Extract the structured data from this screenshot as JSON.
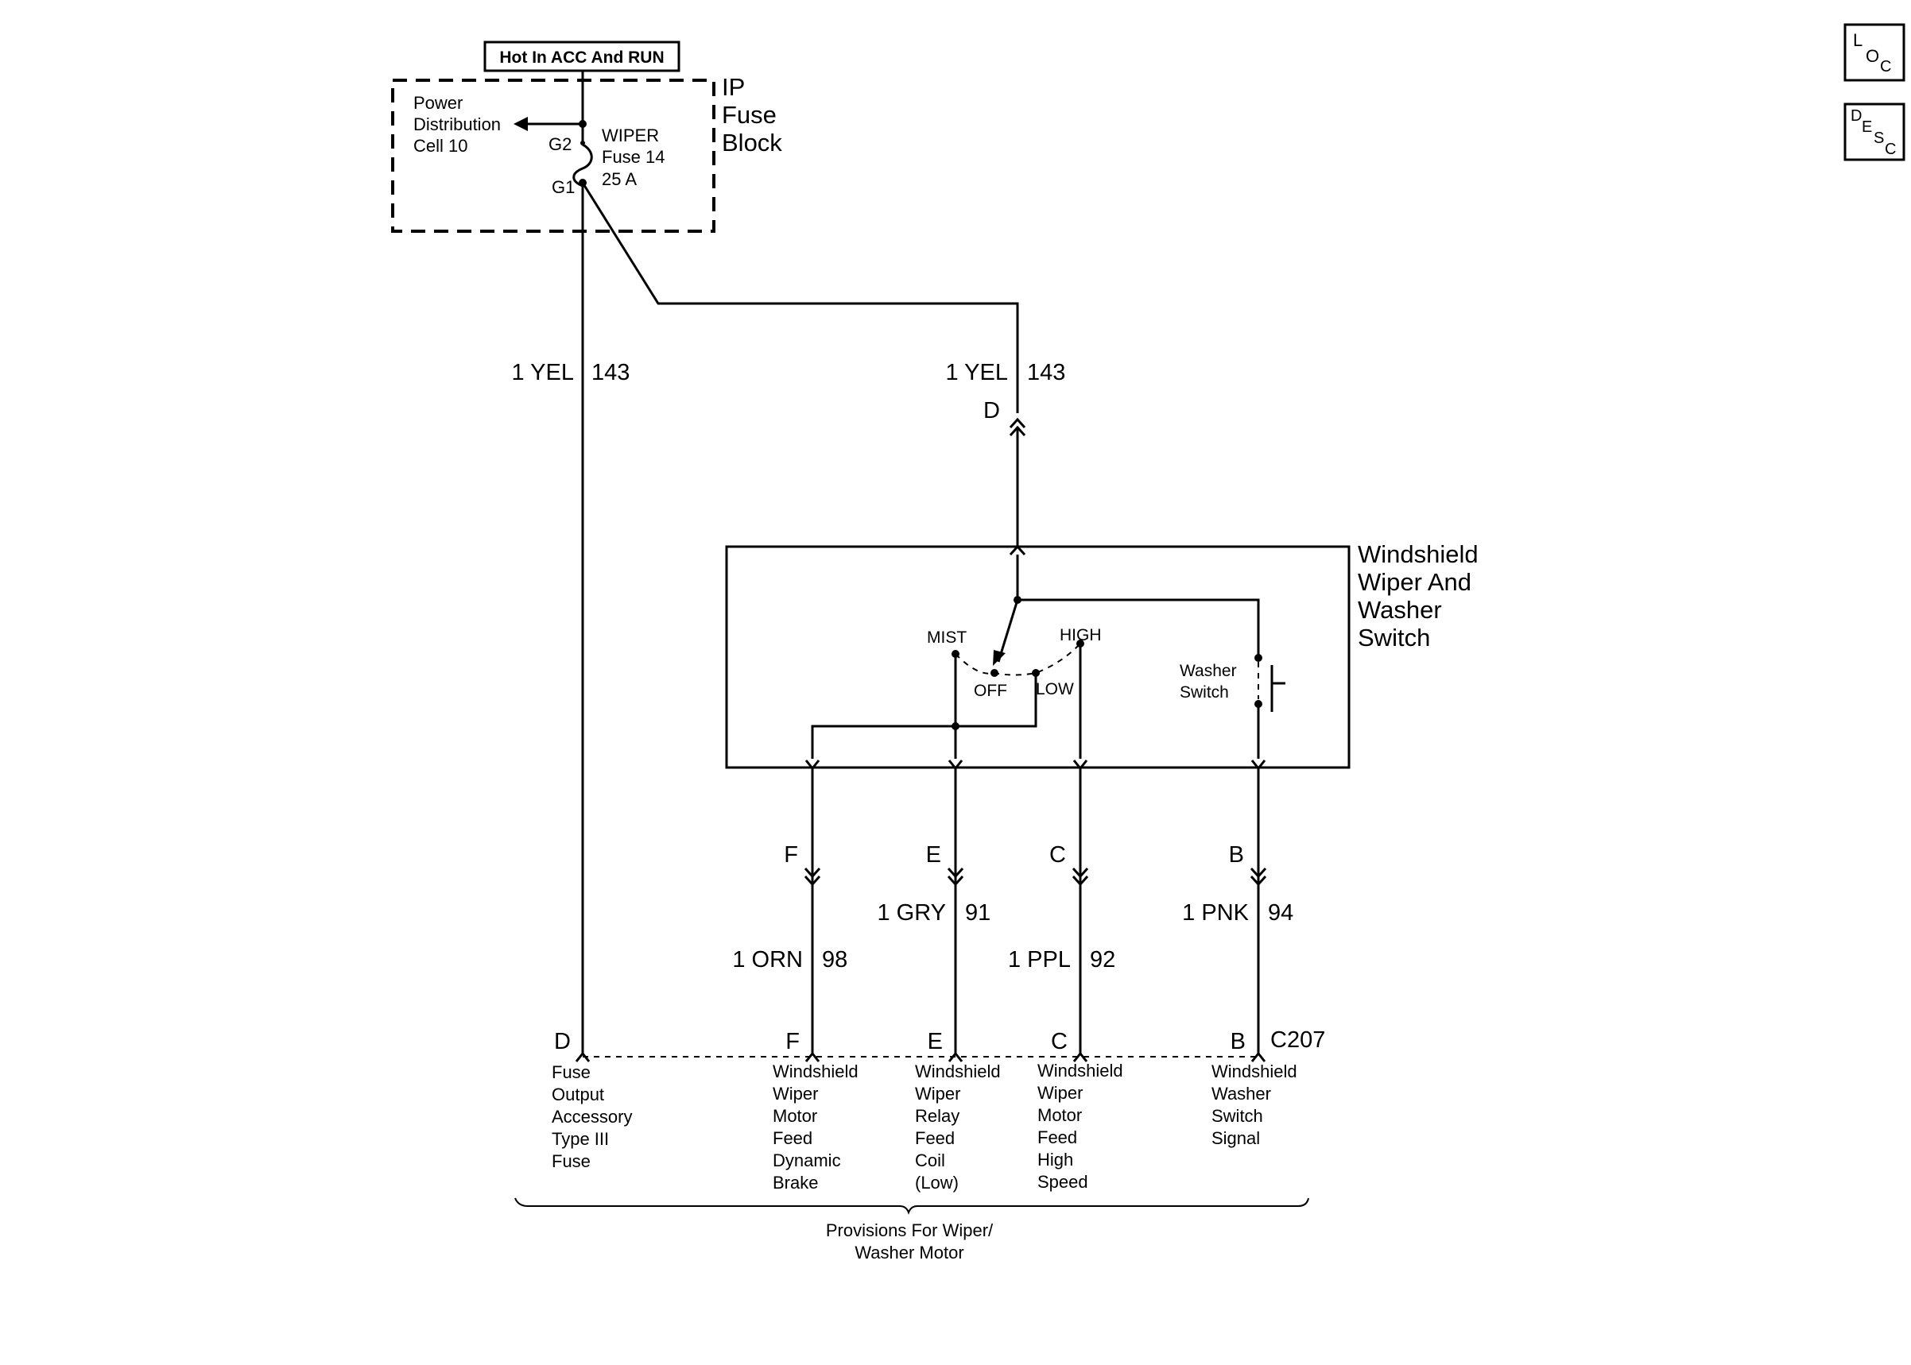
{
  "header": {
    "hot_label": "Hot In ACC And RUN"
  },
  "fuse_block": {
    "title_lines": [
      "IP",
      "Fuse",
      "Block"
    ],
    "power_dist_lines": [
      "Power",
      "Distribution",
      "Cell 10"
    ],
    "fuse_lines": [
      "WIPER",
      "Fuse 14",
      "25 A"
    ],
    "pin_top": "G2",
    "pin_bottom": "G1"
  },
  "wires": {
    "left": {
      "color": "1 YEL",
      "circuit": "143"
    },
    "right": {
      "color": "1 YEL",
      "circuit": "143",
      "connector": "D"
    },
    "f": {
      "connector": "F",
      "color": "1 ORN",
      "circuit": "98"
    },
    "e": {
      "connector": "E",
      "color": "1 GRY",
      "circuit": "91"
    },
    "c": {
      "connector": "C",
      "color": "1 PPL",
      "circuit": "92"
    },
    "b": {
      "connector": "B",
      "color": "1 PNK",
      "circuit": "94"
    }
  },
  "switch": {
    "title_lines": [
      "Windshield",
      "Wiper And",
      "Washer",
      "Switch"
    ],
    "mist": "MIST",
    "high": "HIGH",
    "off": "OFF",
    "low": "LOW",
    "washer_lines": [
      "Washer",
      "Switch"
    ]
  },
  "c207": {
    "name": "C207",
    "pins": [
      {
        "pin": "D",
        "lines": [
          "Fuse",
          "Output",
          "Accessory",
          "Type III",
          "Fuse"
        ]
      },
      {
        "pin": "F",
        "lines": [
          "Windshield",
          "Wiper",
          "Motor",
          "Feed",
          "Dynamic",
          "Brake"
        ]
      },
      {
        "pin": "E",
        "lines": [
          "Windshield",
          "Wiper",
          "Relay",
          "Feed",
          "Coil",
          "(Low)"
        ]
      },
      {
        "pin": "C",
        "lines": [
          "Windshield",
          "Wiper",
          "Motor",
          "Feed",
          "High",
          "Speed"
        ]
      },
      {
        "pin": "B",
        "lines": [
          "Windshield",
          "Washer",
          "Switch",
          "Signal"
        ]
      }
    ]
  },
  "provisions_lines": [
    "Provisions For Wiper/",
    "Washer Motor"
  ],
  "nav": {
    "loc": {
      "big": "L",
      "mid": "O",
      "small": "C"
    },
    "desc": {
      "big": "D",
      "mid": "E",
      "s1": "S",
      "s2": "C"
    }
  }
}
